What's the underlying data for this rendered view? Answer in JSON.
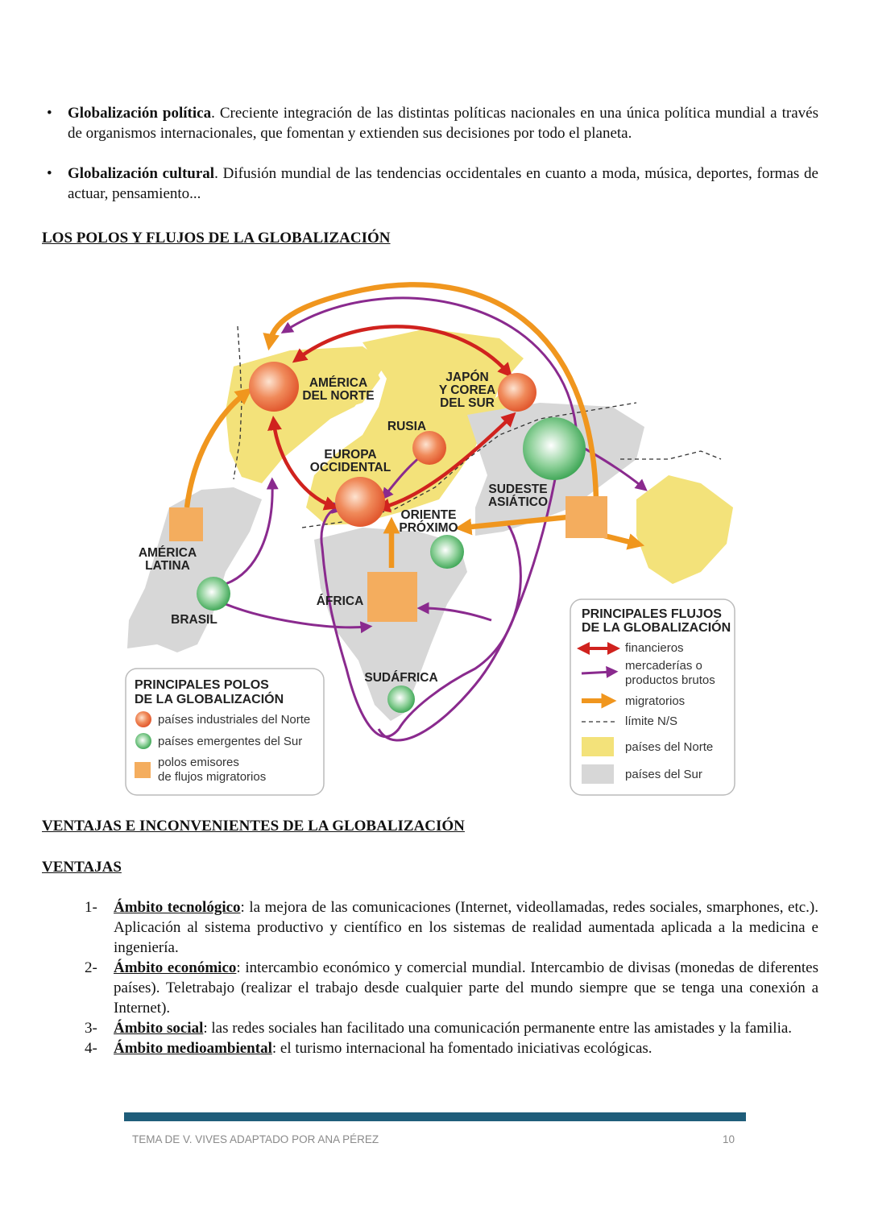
{
  "bullets": [
    {
      "term": "Globalización política",
      "text": ". Creciente integración de las distintas políticas nacionales en una única política mundial a través de organismos internacionales, que fomentan y extienden sus decisiones por todo el planeta."
    },
    {
      "term": "Globalización cultural",
      "text": ". Difusión mundial de las tendencias occidentales en cuanto a moda, música, deportes, formas de actuar, pensamiento..."
    }
  ],
  "bullet_glyph": "•",
  "heading_polos": "LOS POLOS Y FLUJOS DE LA GLOBALIZACIÓN",
  "map": {
    "labels": {
      "america_norte": [
        "AMÉRICA",
        "DEL NORTE"
      ],
      "japon": [
        "JAPÓN",
        "Y COREA",
        "DEL SUR"
      ],
      "rusia": "RUSIA",
      "europa": [
        "EUROPA",
        "OCCIDENTAL"
      ],
      "sudeste": [
        "SUDESTE",
        "ASIÁTICO"
      ],
      "oriente": [
        "ORIENTE",
        "PRÓXIMO"
      ],
      "america_latina": [
        "AMÉRICA",
        "LATINA"
      ],
      "brasil": "BRASIL",
      "africa": "ÁFRICA",
      "sudafrica": "SUDÁFRICA"
    },
    "legend_polos": {
      "title": [
        "PRINCIPALES POLOS",
        "DE LA GLOBALIZACIÓN"
      ],
      "items": [
        "países industriales del Norte",
        "países emergentes del Sur",
        "polos emisores",
        "de flujos migratorios"
      ]
    },
    "legend_flujos": {
      "title": [
        "PRINCIPALES FLUJOS",
        "DE LA GLOBALIZACIÓN"
      ],
      "items": [
        "financieros",
        "mercaderías o",
        "productos brutos",
        "migratorios",
        "límite N/S",
        "países del Norte",
        "países del Sur"
      ]
    },
    "colors": {
      "north": "#f3e27a",
      "south": "#d7d7d7",
      "financial": "#d0221e",
      "goods": "#8a2a8e",
      "migratory": "#f0961e",
      "pole_north": "#ea6a3c",
      "pole_south": "#3ea855",
      "migratory_pole": "#f4ad5e"
    }
  },
  "heading_ventajas_inconv": "VENTAJAS E INCONVENIENTES DE LA GLOBALIZACIÓN",
  "heading_ventajas": "VENTAJAS",
  "ventajas": [
    {
      "num": "1-",
      "topic": "Ámbito tecnológico",
      "text": ": la mejora de las comunicaciones (Internet, videollamadas, redes sociales, smarphones, etc.). Aplicación al sistema productivo y científico en los sistemas de realidad aumentada aplicada a la medicina e ingeniería."
    },
    {
      "num": "2-",
      "topic": "Ámbito económico",
      "text": ": intercambio económico y comercial mundial. Intercambio de divisas (monedas de diferentes países). Teletrabajo (realizar el trabajo desde cualquier parte del mundo siempre que se tenga una conexión a Internet)."
    },
    {
      "num": "3-",
      "topic": "Ámbito social",
      "text": ": las redes sociales han facilitado una comunicación permanente entre las amistades y la familia."
    },
    {
      "num": "4-",
      "topic": "Ámbito medioambiental",
      "text": ": el turismo internacional ha fomentado iniciativas ecológicas."
    }
  ],
  "footer": {
    "text": "TEMA DE V. VIVES ADAPTADO POR ANA PÉREZ",
    "page": "10"
  }
}
